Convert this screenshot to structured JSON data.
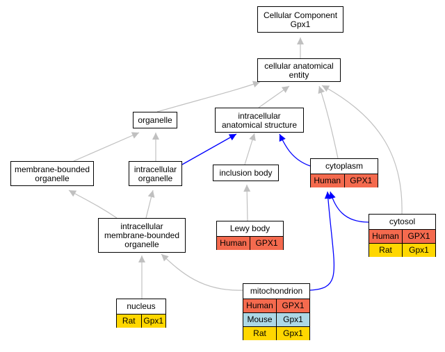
{
  "diagram": {
    "colors": {
      "edge_gray": "#c0c0c0",
      "edge_blue": "#0000ff",
      "human": "#f46a4e",
      "mouse": "#add8e6",
      "rat": "#ffd700"
    },
    "nodes": {
      "cc_root": {
        "label": "Cellular Component\nGpx1"
      },
      "anat_entity": {
        "label": "cellular anatomical\nentity"
      },
      "organelle": {
        "label": "organelle"
      },
      "ias": {
        "label": "intracellular\nanatomical structure"
      },
      "mbo": {
        "label": "membrane-bounded\norganelle"
      },
      "io": {
        "label": "intracellular\norganelle"
      },
      "inclusion": {
        "label": "inclusion body"
      },
      "cytoplasm": {
        "label": "cytoplasm",
        "rows": [
          {
            "species": "Human",
            "gene": "GPX1",
            "color": "human"
          }
        ]
      },
      "imbo": {
        "label": "intracellular\nmembrane-bounded\norganelle"
      },
      "lewy": {
        "label": "Lewy body",
        "rows": [
          {
            "species": "Human",
            "gene": "GPX1",
            "color": "human"
          }
        ]
      },
      "cytosol": {
        "label": "cytosol",
        "rows": [
          {
            "species": "Human",
            "gene": "GPX1",
            "color": "human"
          },
          {
            "species": "Rat",
            "gene": "Gpx1",
            "color": "rat"
          }
        ]
      },
      "nucleus": {
        "label": "nucleus",
        "rows": [
          {
            "species": "Rat",
            "gene": "Gpx1",
            "color": "rat"
          }
        ]
      },
      "mito": {
        "label": "mitochondrion",
        "rows": [
          {
            "species": "Human",
            "gene": "GPX1",
            "color": "human"
          },
          {
            "species": "Mouse",
            "gene": "Gpx1",
            "color": "mouse"
          },
          {
            "species": "Rat",
            "gene": "Gpx1",
            "color": "rat"
          }
        ]
      }
    },
    "edges": [
      {
        "from": "anat_entity",
        "to": "cc_root",
        "color": "edge_gray"
      },
      {
        "from": "organelle",
        "to": "anat_entity",
        "color": "edge_gray"
      },
      {
        "from": "ias",
        "to": "anat_entity",
        "color": "edge_gray"
      },
      {
        "from": "cytoplasm",
        "to": "anat_entity",
        "color": "edge_gray"
      },
      {
        "from": "cytosol",
        "to": "anat_entity",
        "color": "edge_gray"
      },
      {
        "from": "mbo",
        "to": "organelle",
        "color": "edge_gray"
      },
      {
        "from": "io",
        "to": "organelle",
        "color": "edge_gray"
      },
      {
        "from": "io",
        "to": "ias",
        "color": "edge_blue"
      },
      {
        "from": "inclusion",
        "to": "ias",
        "color": "edge_gray"
      },
      {
        "from": "cytoplasm",
        "to": "ias",
        "color": "edge_blue"
      },
      {
        "from": "imbo",
        "to": "mbo",
        "color": "edge_gray"
      },
      {
        "from": "imbo",
        "to": "io",
        "color": "edge_gray"
      },
      {
        "from": "lewy",
        "to": "inclusion",
        "color": "edge_gray"
      },
      {
        "from": "cytosol",
        "to": "cytoplasm",
        "color": "edge_blue"
      },
      {
        "from": "mito",
        "to": "cytoplasm",
        "color": "edge_blue"
      },
      {
        "from": "nucleus",
        "to": "imbo",
        "color": "edge_gray"
      },
      {
        "from": "mito",
        "to": "imbo",
        "color": "edge_gray"
      }
    ]
  }
}
